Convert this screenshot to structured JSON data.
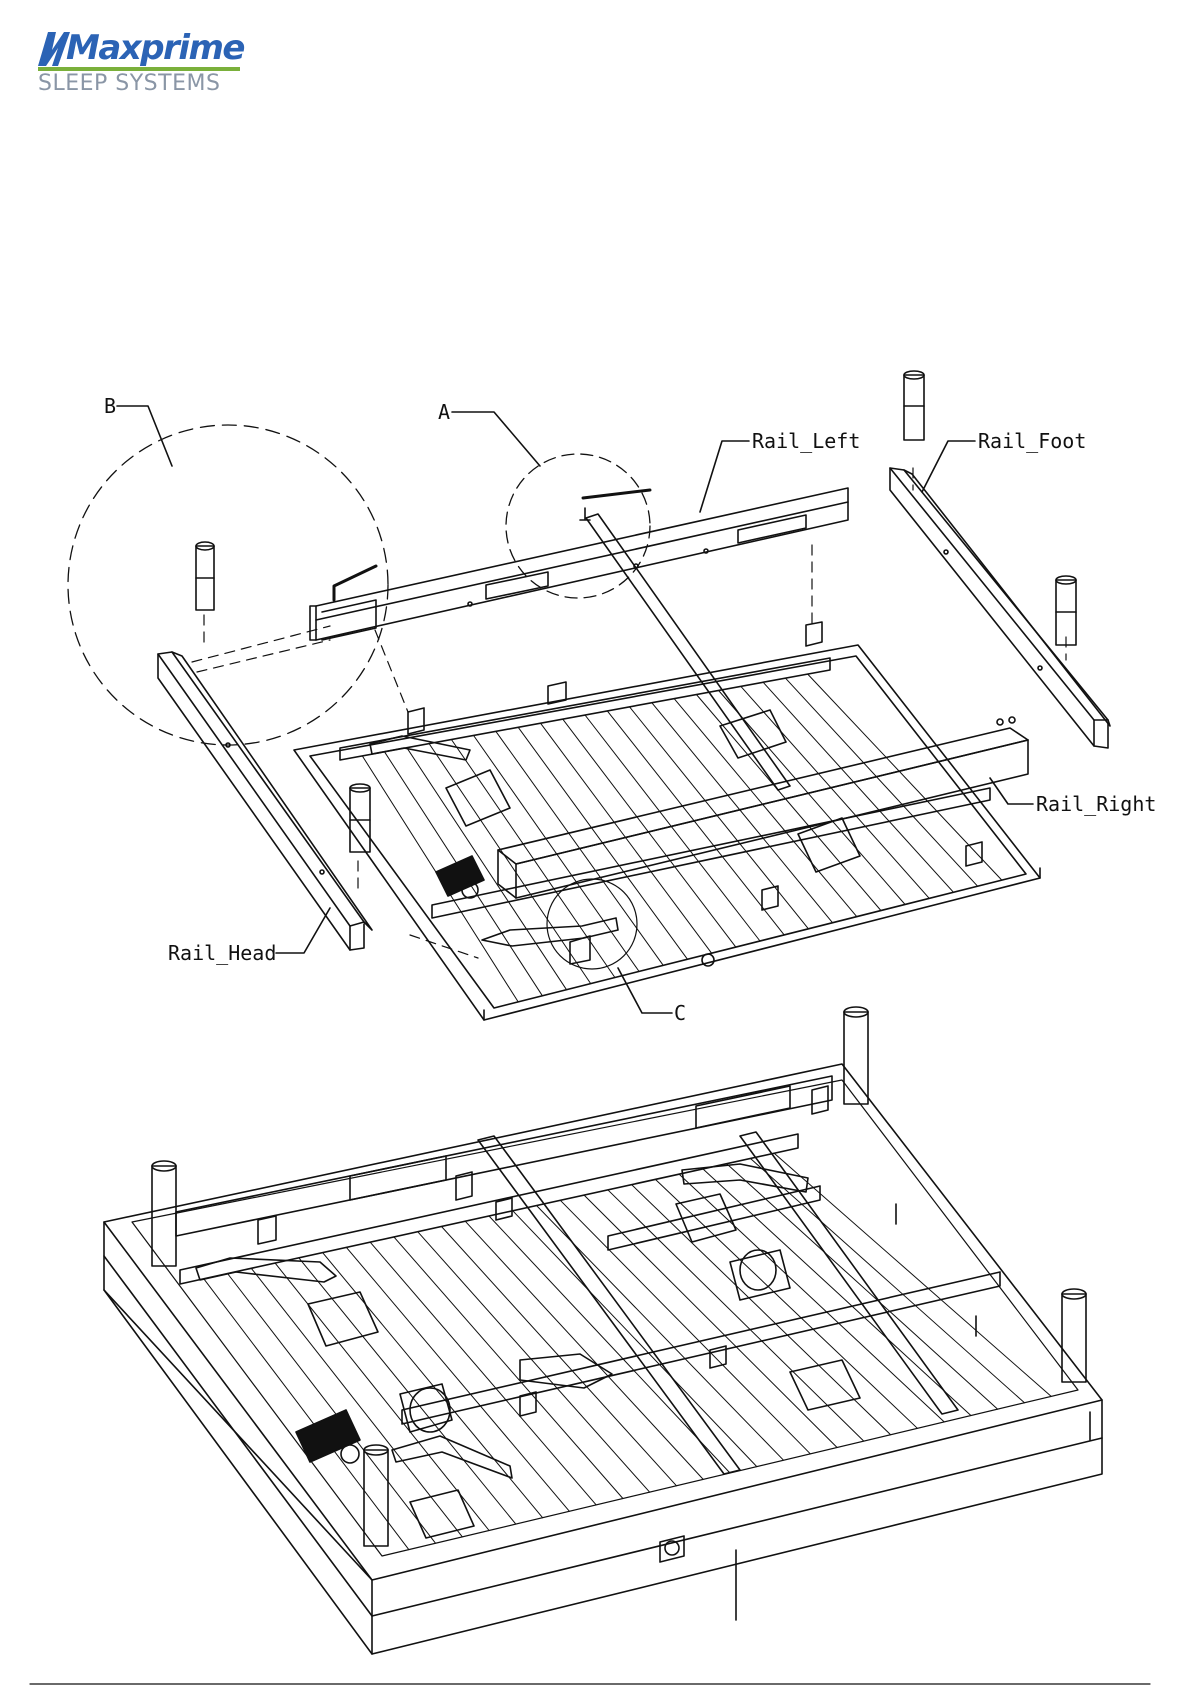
{
  "brand": {
    "name": "Maxprime",
    "tagline": "SLEEP SYSTEMS",
    "colors": {
      "primary": "#2b63b5",
      "accent": "#7ab03b",
      "tagline": "#8a96a6"
    }
  },
  "labels": {
    "a": "A",
    "b": "B",
    "c": "C",
    "rail_left": "Rail_Left",
    "rail_foot": "Rail_Foot",
    "rail_right": "Rail_Right",
    "rail_head": "Rail_Head"
  }
}
